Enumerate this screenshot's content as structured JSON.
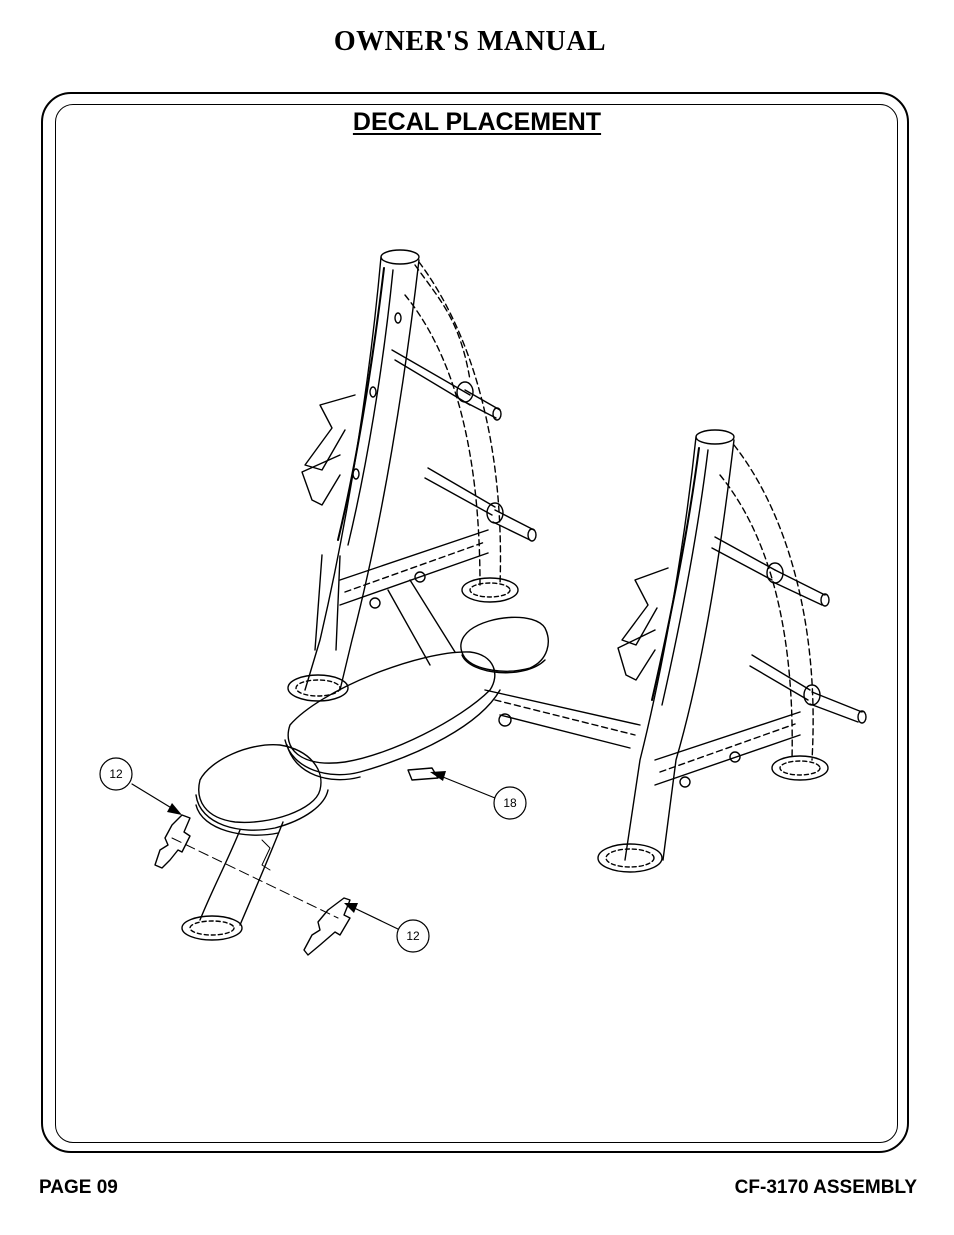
{
  "header": {
    "title": "OWNER'S MANUAL"
  },
  "section": {
    "title": "DECAL PLACEMENT"
  },
  "callouts": [
    {
      "label": "12"
    },
    {
      "label": "18"
    },
    {
      "label": "12"
    }
  ],
  "footer": {
    "page": "PAGE 09",
    "document": "CF-3170 ASSEMBLY"
  }
}
